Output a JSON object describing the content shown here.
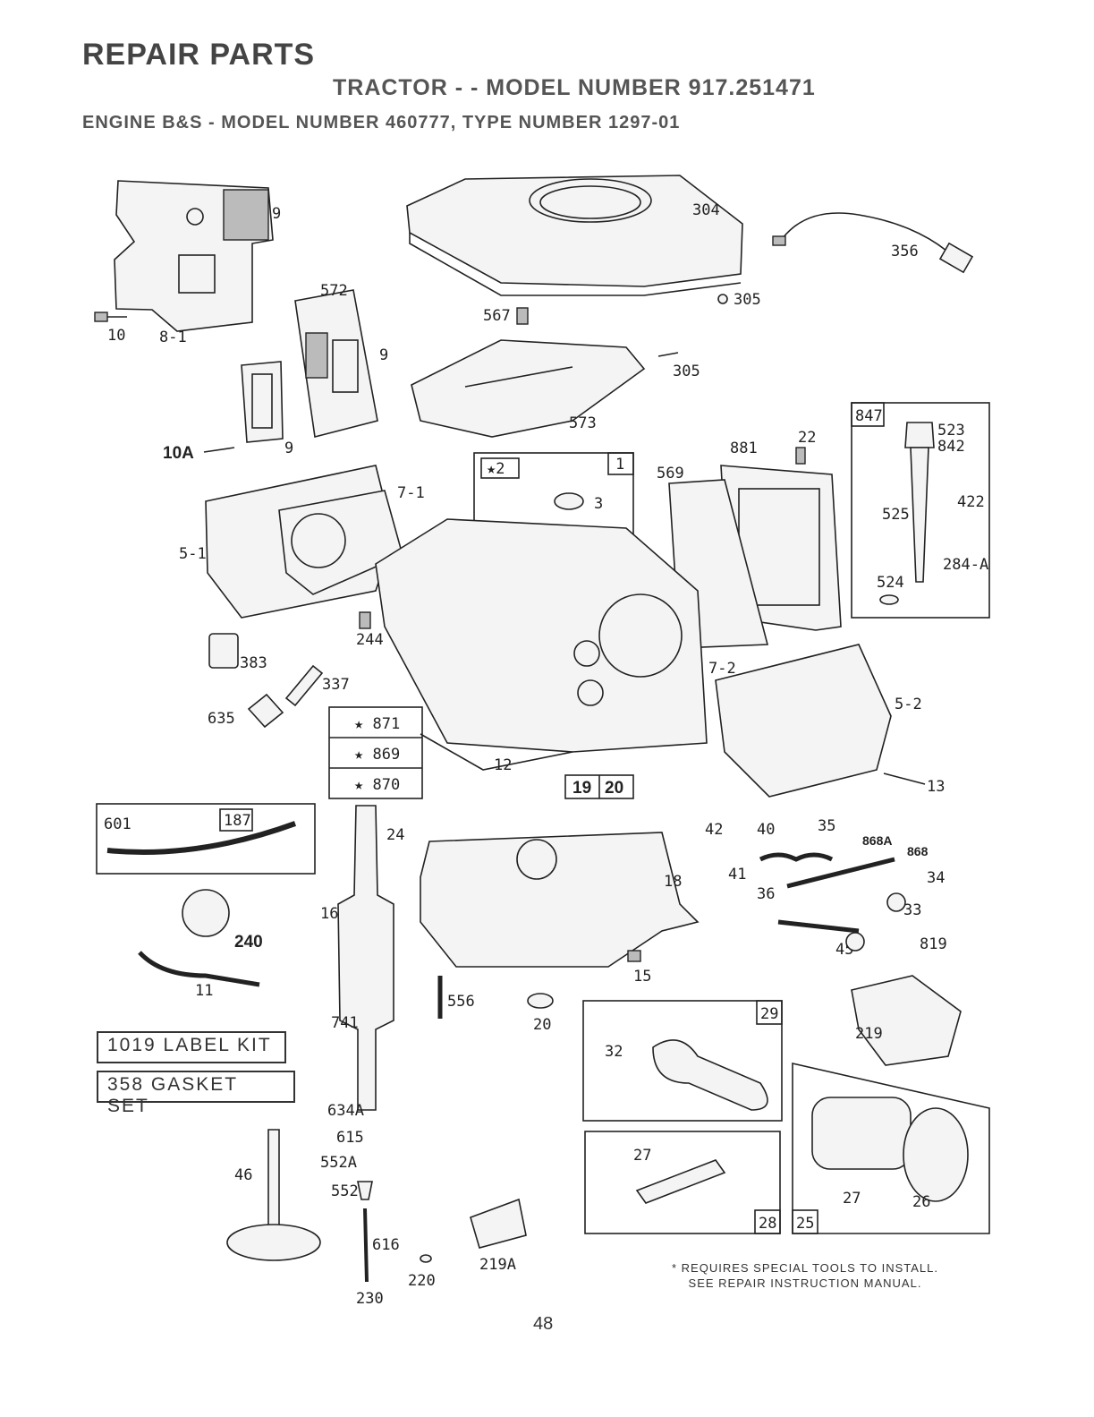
{
  "header": {
    "title": "REPAIR PARTS",
    "model_line": "TRACTOR - - MODEL NUMBER 917.251471",
    "engine_line": "ENGINE B&S - MODEL NUMBER 460777, TYPE NUMBER 1297-01"
  },
  "kits": {
    "label_kit": "1019 LABEL KIT",
    "gasket_set": "358 GASKET SET"
  },
  "note": {
    "line1": "* REQUIRES SPECIAL TOOLS TO INSTALL.",
    "line2": "SEE REPAIR INSTRUCTION MANUAL."
  },
  "page_number": "48",
  "callouts": {
    "p9a": "9",
    "p10": "10",
    "p8_1": "8-1",
    "p572": "572",
    "p9b": "9",
    "p9c": "9",
    "p10A": "10A",
    "p304": "304",
    "p356": "356",
    "p305a": "305",
    "p567": "567",
    "p305b": "305",
    "p573": "573",
    "p847": "847",
    "p523": "523",
    "p842": "842",
    "p422": "422",
    "p525": "525",
    "p284A": "284-A",
    "p524": "524",
    "p881": "881",
    "p22": "22",
    "p569": "569",
    "p2": "★2",
    "p1": "1",
    "p3": "3",
    "p7_1": "7-1",
    "p5_1": "5-1",
    "p244": "244",
    "p383": "383",
    "p337": "337",
    "p635": "635",
    "p871": "★ 871",
    "p869": "★ 869",
    "p870": "★ 870",
    "p12": "12",
    "p7_2": "7-2",
    "p5_2": "5-2",
    "p13": "13",
    "p19": "19",
    "p20box": "20",
    "p601": "601",
    "p187": "187",
    "p240": "240",
    "p11": "11",
    "p24": "24",
    "p16": "16",
    "p741": "741",
    "p18": "18",
    "p15": "15",
    "p556": "556",
    "p20": "20",
    "p42": "42",
    "p41": "41",
    "p40": "40",
    "p35": "35",
    "p36": "36",
    "p868A": "868A",
    "p868": "868",
    "p34": "34",
    "p33": "33",
    "p45": "45",
    "p819": "819",
    "p29": "29",
    "p32": "32",
    "p219": "219",
    "p27a": "27",
    "p28": "28",
    "p25": "25",
    "p27b": "27",
    "p26": "26",
    "p634A": "634A",
    "p615": "615",
    "p552A": "552A",
    "p552": "552",
    "p46": "46",
    "p616": "616",
    "p220": "220",
    "p230": "230",
    "p219A": "219A"
  }
}
